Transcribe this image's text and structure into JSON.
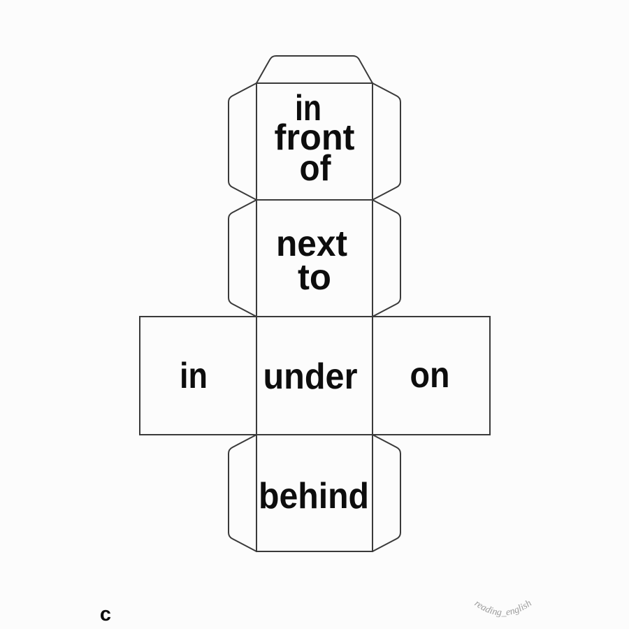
{
  "colors": {
    "background": "#fcfcfc",
    "outline": "#3a3a3a",
    "label": "#0d0d0d",
    "watermark": "#9b9b9b"
  },
  "net": {
    "face_in_front_of": {
      "line1": "in",
      "line2": "front",
      "line3": "of"
    },
    "face_next_to": {
      "line1": "next",
      "line2": "to"
    },
    "face_in": {
      "label": "in"
    },
    "face_under": {
      "label": "under"
    },
    "face_on": {
      "label": "on"
    },
    "face_behind": {
      "label": "behind"
    }
  },
  "footer": {
    "page_letter": "c",
    "watermark": "reading_english"
  }
}
